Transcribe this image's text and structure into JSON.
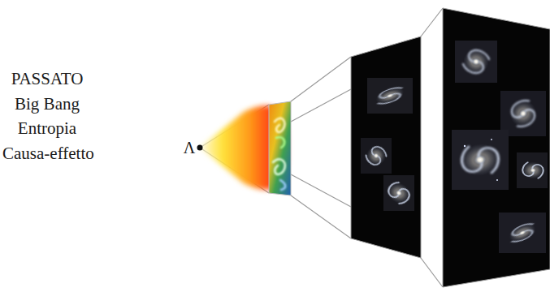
{
  "diagram": {
    "labels": [
      "PASSATO",
      "Big Bang",
      "Entropia",
      "Causa-effetto",
      "Λ"
    ]
  }
}
